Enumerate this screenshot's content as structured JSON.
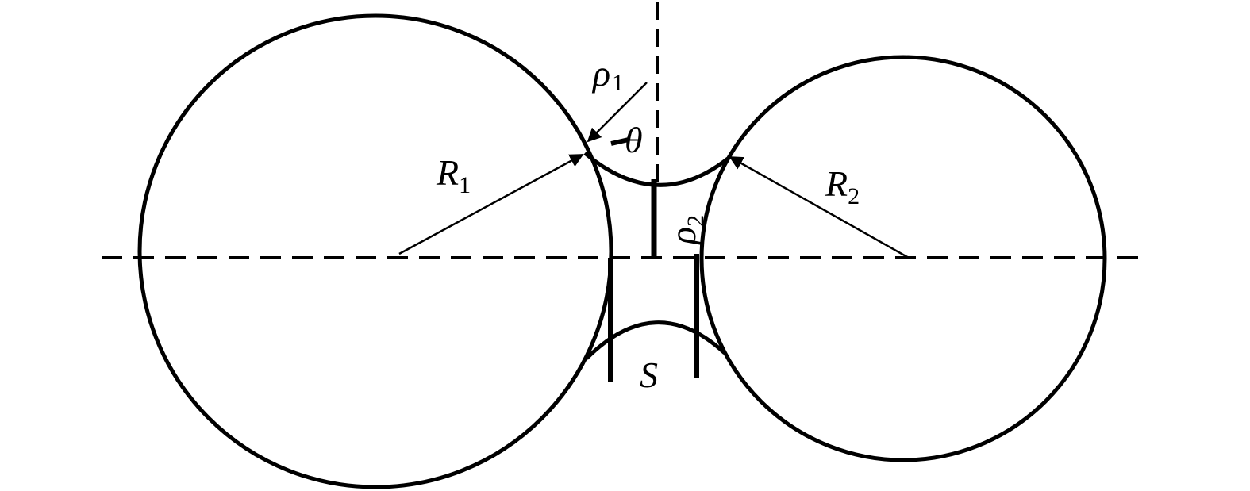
{
  "labels": {
    "R1": {
      "symbol": "R",
      "sub": "1"
    },
    "R2": {
      "symbol": "R",
      "sub": "2"
    },
    "rho1": {
      "symbol": "ρ",
      "sub": "1"
    },
    "rho2": {
      "symbol": "ρ",
      "sub": "2"
    },
    "theta": {
      "symbol": "θ"
    },
    "S": {
      "symbol": "S"
    }
  },
  "colors": {
    "stroke": "#000000",
    "background": "#ffffff"
  }
}
